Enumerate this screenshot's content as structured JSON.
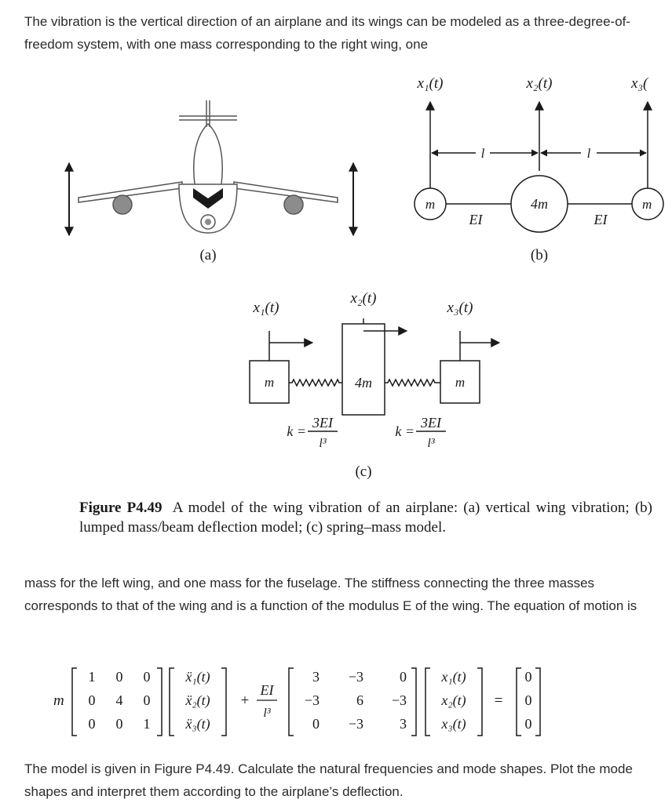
{
  "text": {
    "para1": "The vibration is the vertical direction of an airplane and its wings can be modeled as a three-degree-of-freedom system, with one mass corresponding to the right wing, one",
    "para2": "mass for the left wing, and one mass for the fuselage. The stiffness connecting the three masses corresponds to that of the wing and is a function of the modulus E of the wing. The equation of motion is",
    "para3": "The model is given in Figure P4.49. Calculate the natural frequencies and mode shapes. Plot the mode shapes and interpret them according to the airplane’s deflection."
  },
  "figure": {
    "label_a": "(a)",
    "label_b": "(b)",
    "label_c": "(c)",
    "b": {
      "x1": "x₁(t)",
      "x2": "x₂(t)",
      "x3": "x₃(",
      "l": "l",
      "m_left": "m",
      "m_center": "4m",
      "m_right": "m",
      "ei": "EI"
    },
    "c": {
      "x1": "x₁(t)",
      "x2": "x₂(t)",
      "x3": "x₃(t)",
      "m1": "m",
      "m2": "4m",
      "m3": "m",
      "k_prefix": "k =",
      "k_num": "3EI",
      "k_den": "l³"
    },
    "caption_id": "Figure P4.49",
    "caption_text": "A model of the wing vibration of an airplane: (a) vertical wing vibration; (b) lumped mass/beam deflection model; (c) spring–mass model."
  },
  "equation": {
    "m": "m",
    "mass_matrix": [
      [
        "1",
        "0",
        "0"
      ],
      [
        "0",
        "4",
        "0"
      ],
      [
        "0",
        "0",
        "1"
      ]
    ],
    "acc_vector": [
      "ẍ₁(t)",
      "ẍ₂(t)",
      "ẍ₃(t)"
    ],
    "plus": "+",
    "coef_num": "EI",
    "coef_den": "l³",
    "stiff_matrix": [
      [
        "3",
        "−3",
        "0"
      ],
      [
        "−3",
        "6",
        "−3"
      ],
      [
        "0",
        "−3",
        "3"
      ]
    ],
    "disp_vector": [
      "x₁(t)",
      "x₂(t)",
      "x₃(t)"
    ],
    "equals": "=",
    "rhs": [
      "0",
      "0",
      "0"
    ]
  },
  "colors": {
    "text": "#2b2b2b",
    "figure": "#1a1a1a",
    "gear": "#8c8c8c"
  }
}
